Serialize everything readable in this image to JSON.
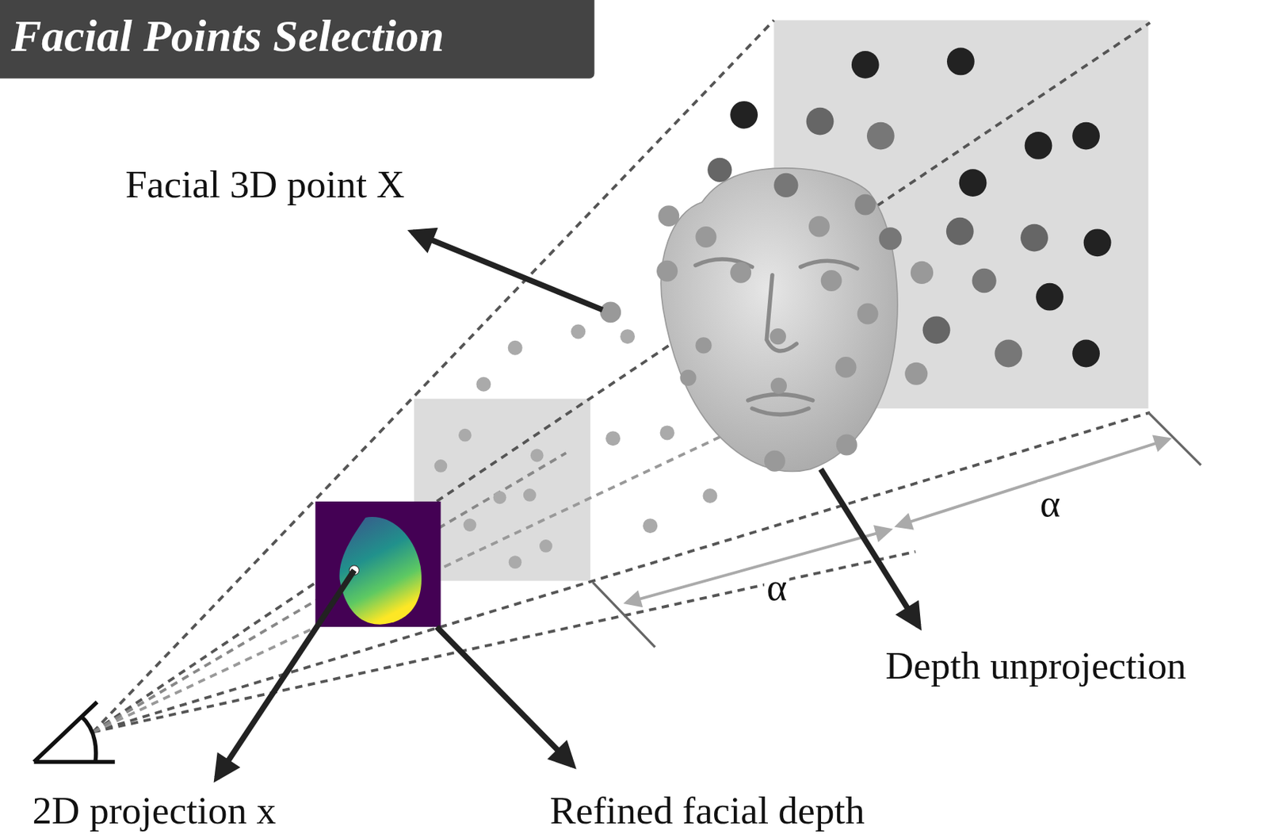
{
  "diagram": {
    "title": "Facial Points Selection",
    "labels": [
      "Facial 3D point X",
      "2D projection x",
      "Refined facial depth",
      "Depth unprojection",
      "α",
      "α"
    ]
  }
}
